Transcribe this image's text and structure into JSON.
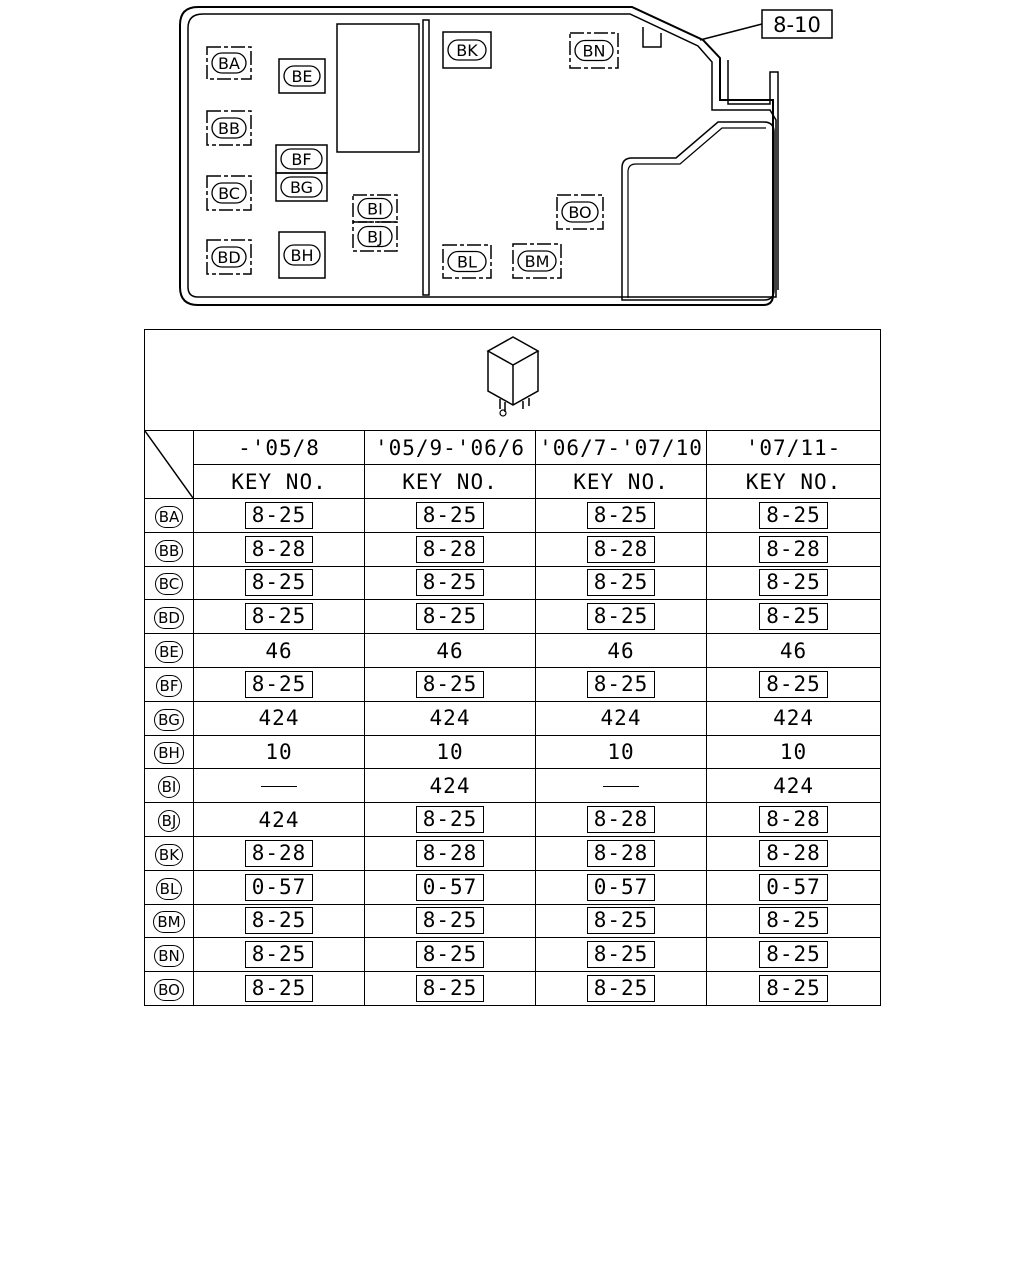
{
  "reference": "8-10",
  "layout_labels": [
    "BA",
    "BB",
    "BC",
    "BD",
    "BE",
    "BF",
    "BG",
    "BH",
    "BI",
    "BJ",
    "BK",
    "BL",
    "BM",
    "BN",
    "BO"
  ],
  "table": {
    "periods": [
      "-'05/8",
      "'05/9-'06/6",
      "'06/7-'07/10",
      "'07/11-"
    ],
    "subheader": "KEY NO.",
    "rows": [
      {
        "code": "BA",
        "values": [
          {
            "v": "8-25",
            "boxed": true
          },
          {
            "v": "8-25",
            "boxed": true
          },
          {
            "v": "8-25",
            "boxed": true
          },
          {
            "v": "8-25",
            "boxed": true
          }
        ]
      },
      {
        "code": "BB",
        "values": [
          {
            "v": "8-28",
            "boxed": true
          },
          {
            "v": "8-28",
            "boxed": true
          },
          {
            "v": "8-28",
            "boxed": true
          },
          {
            "v": "8-28",
            "boxed": true
          }
        ]
      },
      {
        "code": "BC",
        "values": [
          {
            "v": "8-25",
            "boxed": true
          },
          {
            "v": "8-25",
            "boxed": true
          },
          {
            "v": "8-25",
            "boxed": true
          },
          {
            "v": "8-25",
            "boxed": true
          }
        ]
      },
      {
        "code": "BD",
        "values": [
          {
            "v": "8-25",
            "boxed": true
          },
          {
            "v": "8-25",
            "boxed": true
          },
          {
            "v": "8-25",
            "boxed": true
          },
          {
            "v": "8-25",
            "boxed": true
          }
        ]
      },
      {
        "code": "BE",
        "values": [
          {
            "v": "46",
            "boxed": false
          },
          {
            "v": "46",
            "boxed": false
          },
          {
            "v": "46",
            "boxed": false
          },
          {
            "v": "46",
            "boxed": false
          }
        ]
      },
      {
        "code": "BF",
        "values": [
          {
            "v": "8-25",
            "boxed": true
          },
          {
            "v": "8-25",
            "boxed": true
          },
          {
            "v": "8-25",
            "boxed": true
          },
          {
            "v": "8-25",
            "boxed": true
          }
        ]
      },
      {
        "code": "BG",
        "values": [
          {
            "v": "424",
            "boxed": false
          },
          {
            "v": "424",
            "boxed": false
          },
          {
            "v": "424",
            "boxed": false
          },
          {
            "v": "424",
            "boxed": false
          }
        ]
      },
      {
        "code": "BH",
        "values": [
          {
            "v": "10",
            "boxed": false
          },
          {
            "v": "10",
            "boxed": false
          },
          {
            "v": "10",
            "boxed": false
          },
          {
            "v": "10",
            "boxed": false
          }
        ]
      },
      {
        "code": "BI",
        "values": [
          {
            "v": "—",
            "boxed": false
          },
          {
            "v": "424",
            "boxed": false
          },
          {
            "v": "—",
            "boxed": false
          },
          {
            "v": "424",
            "boxed": false
          }
        ]
      },
      {
        "code": "BJ",
        "values": [
          {
            "v": "424",
            "boxed": false
          },
          {
            "v": "8-25",
            "boxed": true
          },
          {
            "v": "8-28",
            "boxed": true
          },
          {
            "v": "8-28",
            "boxed": true
          }
        ]
      },
      {
        "code": "BK",
        "values": [
          {
            "v": "8-28",
            "boxed": true
          },
          {
            "v": "8-28",
            "boxed": true
          },
          {
            "v": "8-28",
            "boxed": true
          },
          {
            "v": "8-28",
            "boxed": true
          }
        ]
      },
      {
        "code": "BL",
        "values": [
          {
            "v": "0-57",
            "boxed": true
          },
          {
            "v": "0-57",
            "boxed": true
          },
          {
            "v": "0-57",
            "boxed": true
          },
          {
            "v": "0-57",
            "boxed": true
          }
        ]
      },
      {
        "code": "BM",
        "values": [
          {
            "v": "8-25",
            "boxed": true
          },
          {
            "v": "8-25",
            "boxed": true
          },
          {
            "v": "8-25",
            "boxed": true
          },
          {
            "v": "8-25",
            "boxed": true
          }
        ]
      },
      {
        "code": "BN",
        "values": [
          {
            "v": "8-25",
            "boxed": true
          },
          {
            "v": "8-25",
            "boxed": true
          },
          {
            "v": "8-25",
            "boxed": true
          },
          {
            "v": "8-25",
            "boxed": true
          }
        ]
      },
      {
        "code": "BO",
        "values": [
          {
            "v": "8-25",
            "boxed": true
          },
          {
            "v": "8-25",
            "boxed": true
          },
          {
            "v": "8-25",
            "boxed": true
          },
          {
            "v": "8-25",
            "boxed": true
          }
        ]
      }
    ]
  }
}
